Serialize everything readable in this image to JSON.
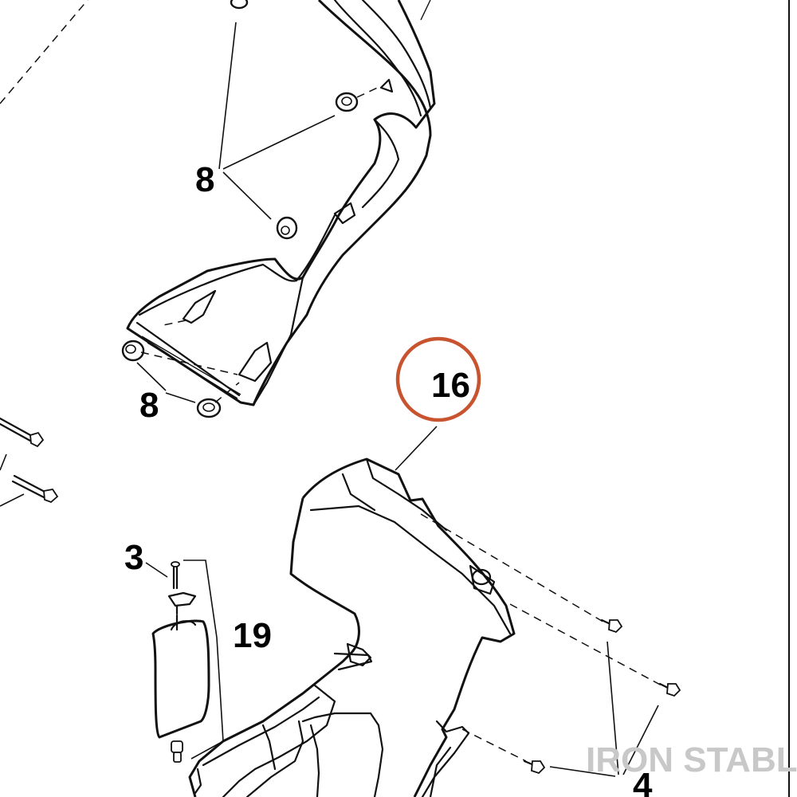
{
  "callouts": {
    "grommets_upper": "8",
    "grommets_lower": "8",
    "fairing_panel": "16",
    "screw": "3",
    "access_cover": "19",
    "bolts": "4"
  },
  "watermark": "IRON STABLE",
  "colors": {
    "highlight": "#c8532f",
    "line": "#111111",
    "watermark": "#c8c8c8"
  },
  "highlighted_callout": "16"
}
